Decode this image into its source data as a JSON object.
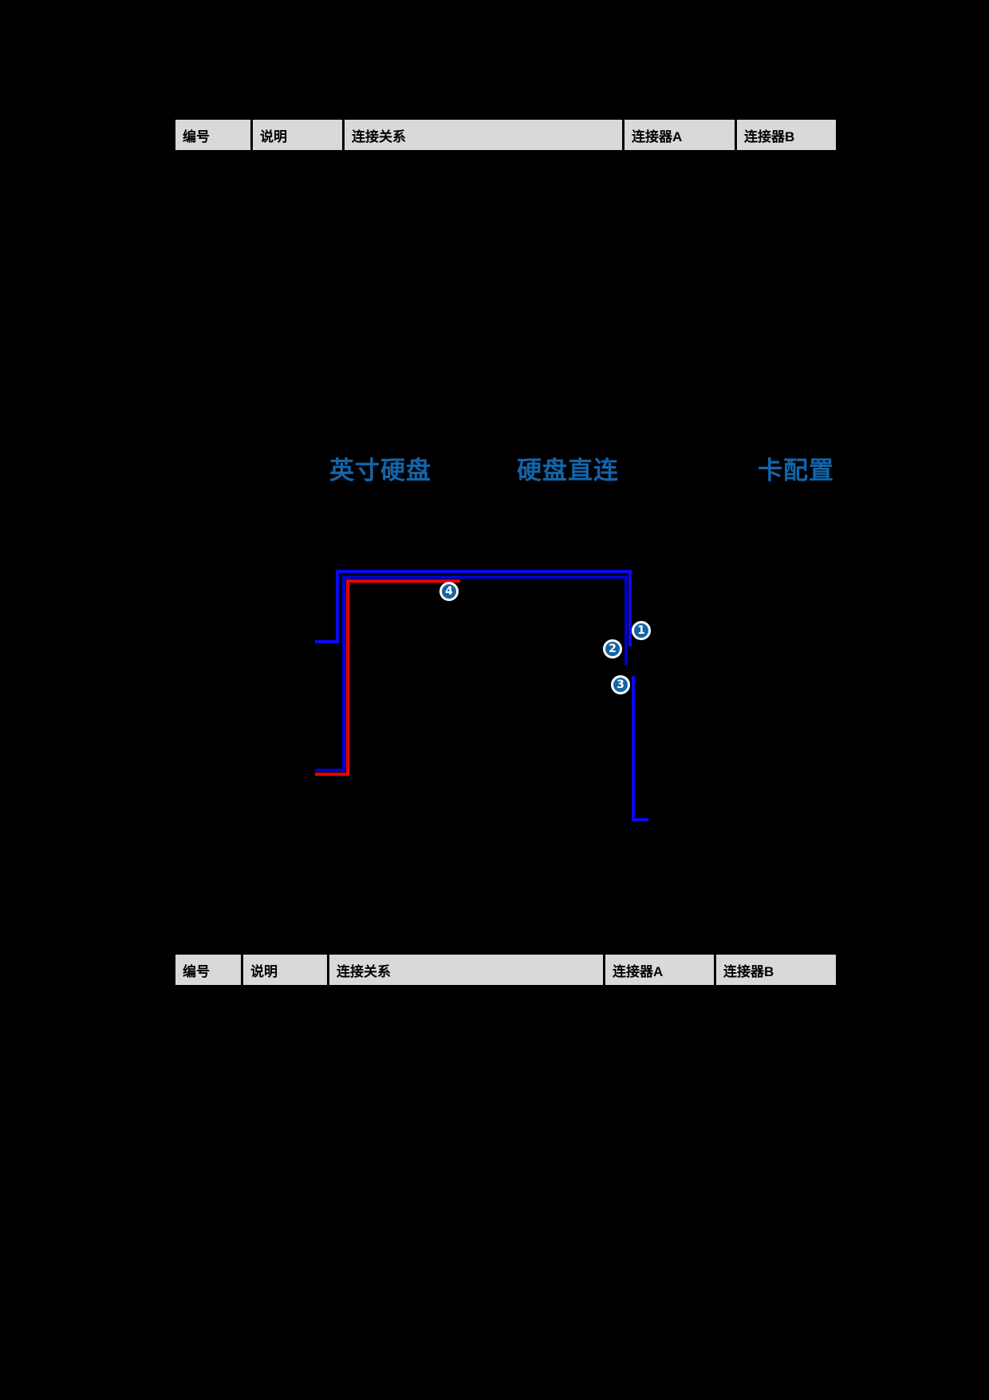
{
  "colors": {
    "page_bg": "#000000",
    "header_bg": "#d9d9d9",
    "title_blue": "#1464a8",
    "cable_blue": "#0a0af2",
    "cable_blue_dark": "#0000ce",
    "cable_red": "#ed0000",
    "callout_fill": "#1565a4"
  },
  "table_top": {
    "headers": [
      "编号",
      "说明",
      "连接关系",
      "连接器A",
      "连接器B"
    ]
  },
  "table_bottom": {
    "headers": [
      "编号",
      "说明",
      "连接关系",
      "连接器A",
      "连接器B"
    ]
  },
  "caption": {
    "fragments": [
      "英寸硬盘",
      "硬盘直连",
      "卡配置"
    ]
  },
  "diagram": {
    "callouts": [
      {
        "label": "1"
      },
      {
        "label": "2"
      },
      {
        "label": "3"
      },
      {
        "label": "4"
      }
    ]
  }
}
